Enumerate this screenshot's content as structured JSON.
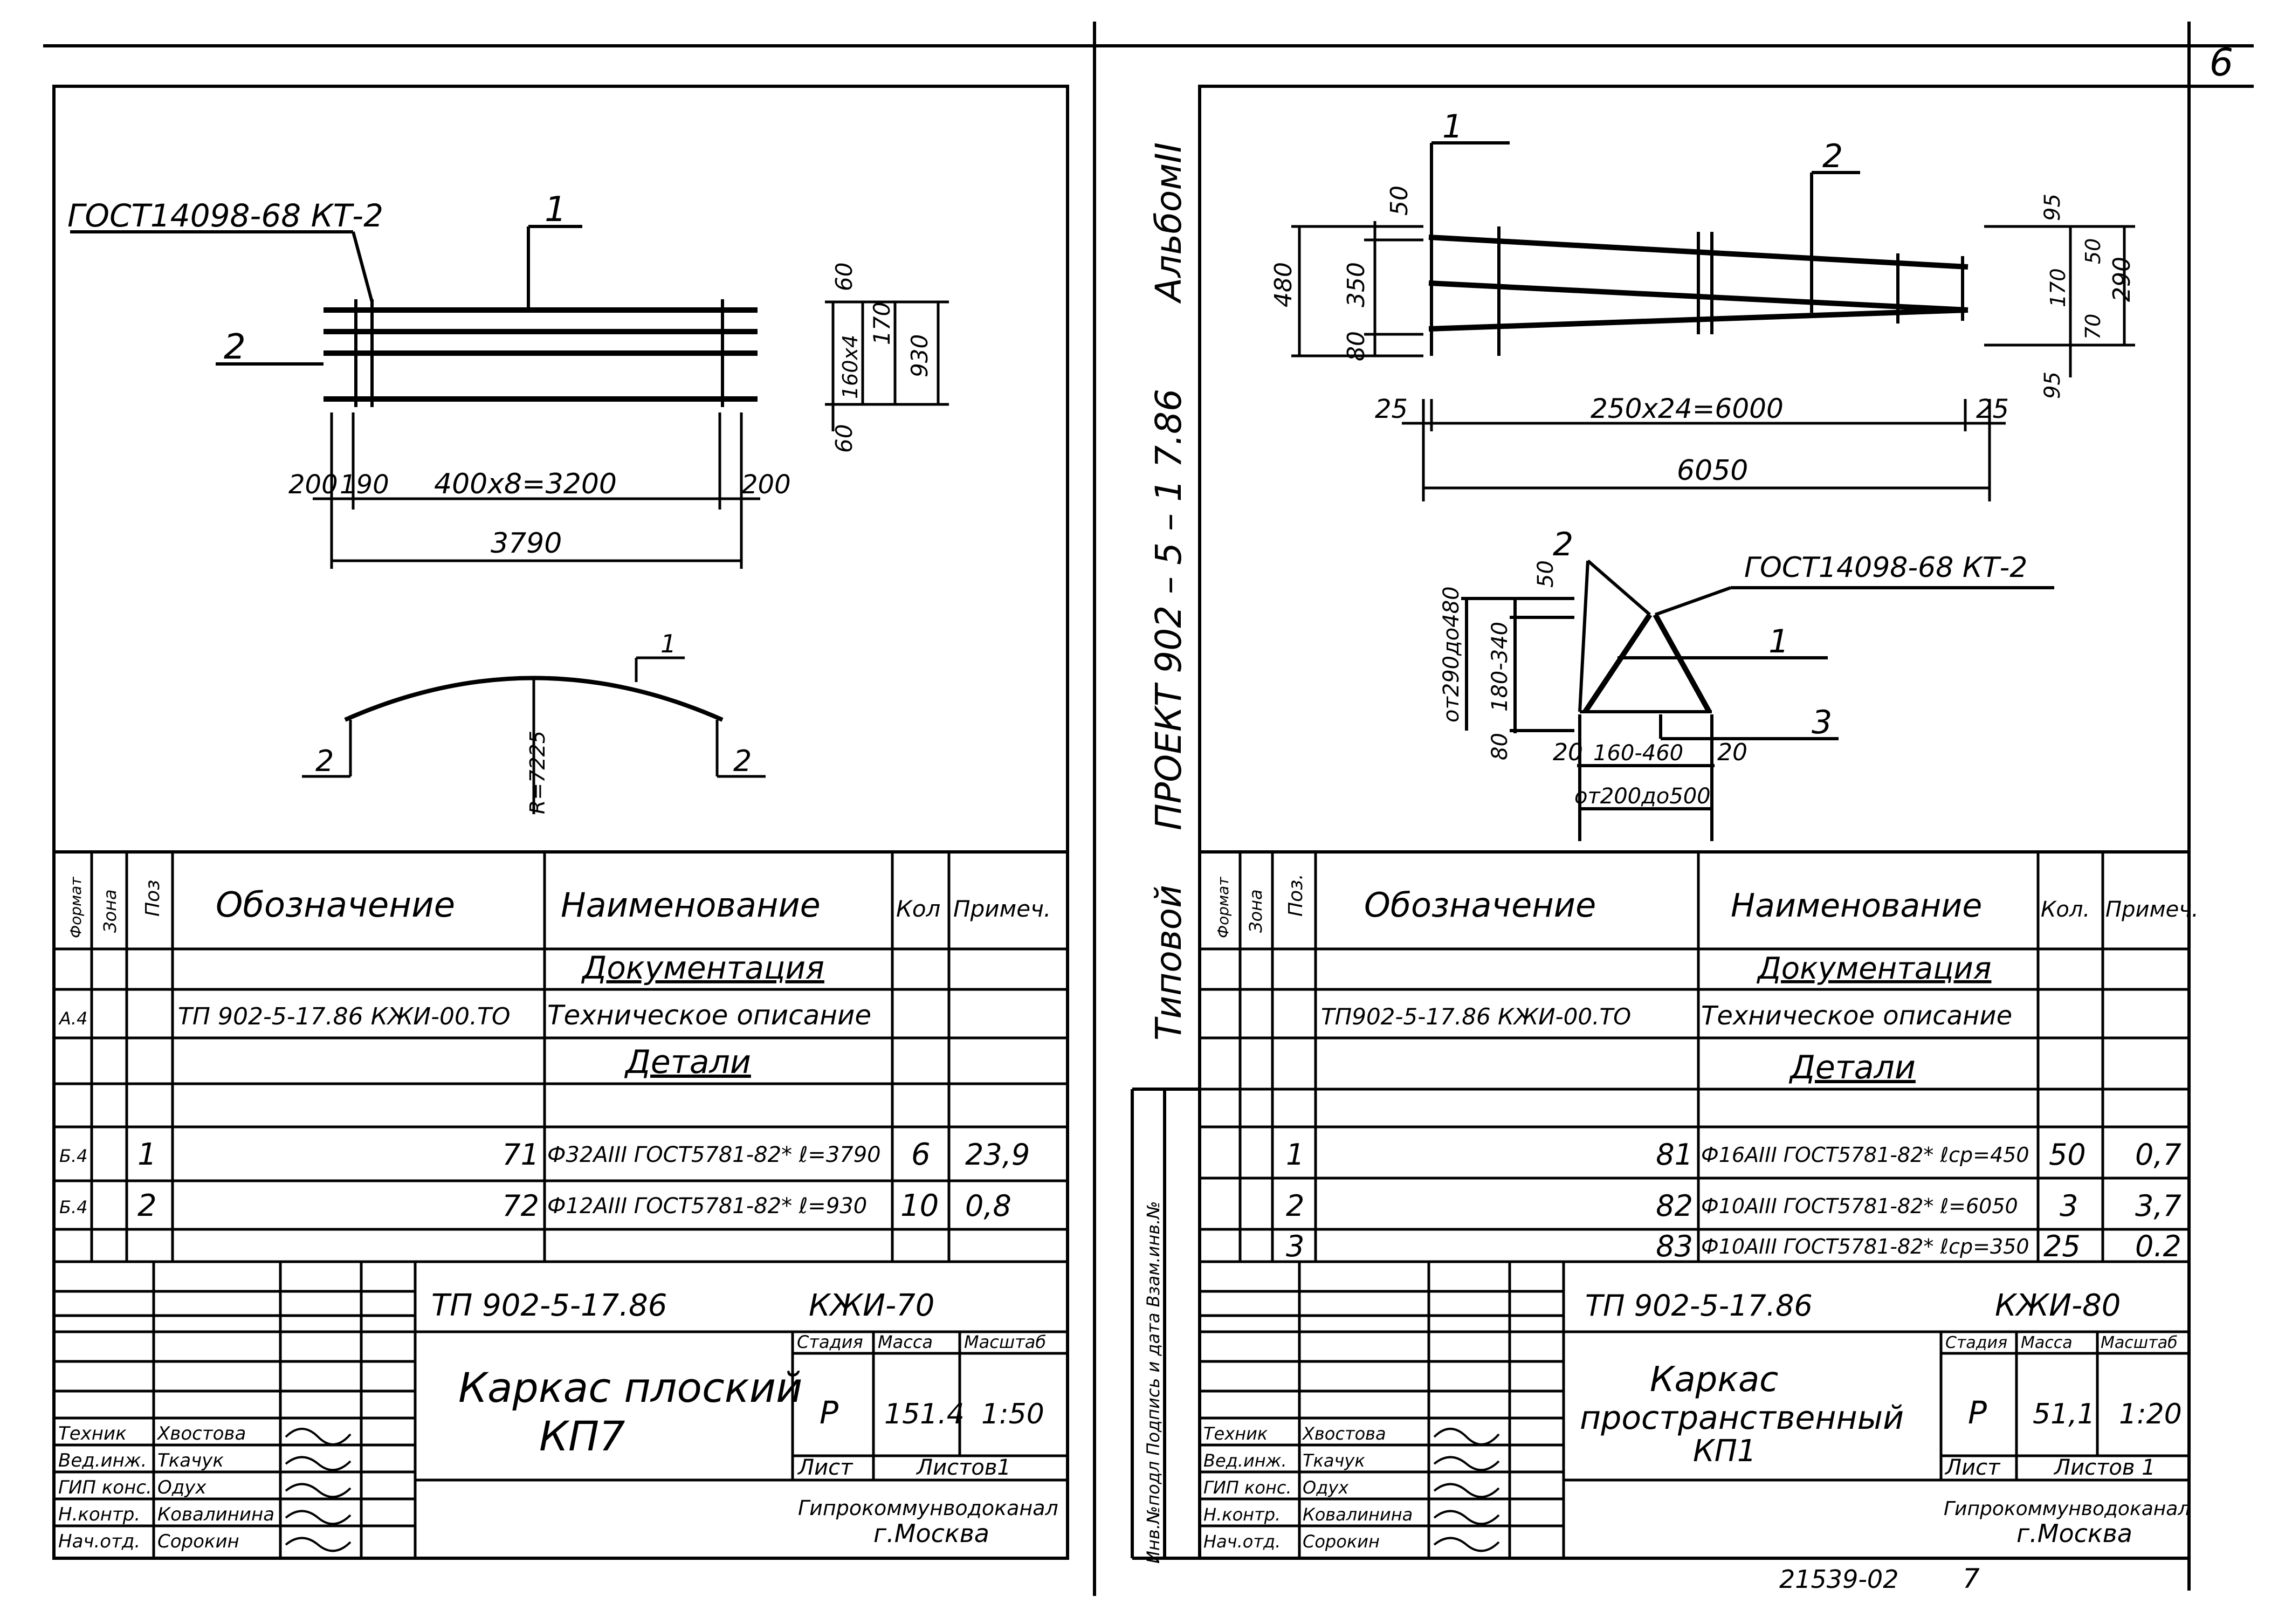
{
  "page_number": "6",
  "side_stamp": {
    "album": "АльбомII",
    "project": "ПРОЕКТ 902 – 5 – 1 7.86",
    "typical": "Типовой",
    "inv_labels": "Инв.№подл Подпись и дата Взам.инв.№"
  },
  "bottom_note": {
    "code": "21539-02",
    "page": "7"
  },
  "left_sheet": {
    "drawing": {
      "gost_label": "ГОСТ14098-68 КТ-2",
      "callout_1": "1",
      "callout_2": "2",
      "dim_200a": "200",
      "dim_190": "190",
      "dim_span": "400х8=3200",
      "dim_200b": "200",
      "dim_total": "3790",
      "dim_60a": "60",
      "dim_170": "170",
      "dim_160x4": "160х4",
      "dim_930": "930",
      "dim_60b": "60",
      "arc_callout_1": "1",
      "arc_callout_2a": "2",
      "arc_callout_2b": "2",
      "radius": "R=7225"
    },
    "spec": {
      "headers": {
        "format": "Формат",
        "zone": "Зона",
        "pos": "Поз",
        "designation": "Обозначение",
        "name": "Наименование",
        "qty": "Кол",
        "note": "Примеч."
      },
      "sections": {
        "docs": "Документация",
        "details": "Детали"
      },
      "doc_row": {
        "format": "А.4",
        "designation": "ТП 902-5-17.86  КЖИ-00.ТО",
        "name": "Техническое описание"
      },
      "rows": [
        {
          "format": "Б.4",
          "pos": "1",
          "designation": "71",
          "name": "Ф32АIII ГОСТ5781-82* ℓ=3790",
          "qty": "6",
          "note": "23,9"
        },
        {
          "format": "Б.4",
          "pos": "2",
          "designation": "72",
          "name": "Ф12АIII ГОСТ5781-82* ℓ=930",
          "qty": "10",
          "note": "0,8"
        }
      ]
    },
    "title_block": {
      "project_code": "ТП  902-5-17.86",
      "doc_code": "КЖИ-70",
      "title_line1": "Каркас плоский",
      "title_line2": "КП7",
      "stage_label": "Стадия",
      "mass_label": "Масса",
      "scale_label": "Масштаб",
      "stage": "Р",
      "mass": "151.4",
      "scale": "1:50",
      "sheet_label": "Лист",
      "sheets_label": "Листов1",
      "org_line1": "Гипрокоммунводоканал",
      "org_line2": "г.Москва",
      "staff": [
        {
          "role": "Техник",
          "name": "Хвостова"
        },
        {
          "role": "Вед.инж.",
          "name": "Ткачук"
        },
        {
          "role": "ГИП конс.",
          "name": "Одух"
        },
        {
          "role": "Н.контр.",
          "name": "Ковалинина"
        },
        {
          "role": "Нач.отд.",
          "name": "Сорокин"
        }
      ]
    }
  },
  "right_sheet": {
    "drawing": {
      "callout_1": "1",
      "callout_2": "2",
      "dim_50": "50",
      "dim_480": "480",
      "dim_350": "350",
      "dim_80": "80",
      "dim_95a": "95",
      "dim_50b": "50",
      "dim_170": "170",
      "dim_70": "70",
      "dim_290": "290",
      "dim_95b": "95",
      "dim_25a": "25",
      "dim_span": "250х24=6000",
      "dim_25b": "25",
      "dim_total": "6050",
      "sec_callout_2": "2",
      "gost_label": "ГОСТ14098-68 КТ-2",
      "sec_callout_1": "1",
      "sec_callout_3": "3",
      "sec_dim_50": "50",
      "sec_dim_var": "от290до480",
      "sec_dim_180": "180-340",
      "sec_dim_80": "80",
      "sec_dim_20a": "20",
      "sec_dim_160": "160-460",
      "sec_dim_20b": "20",
      "sec_dim_base": "от200до500"
    },
    "spec": {
      "headers": {
        "format": "Формат",
        "zone": "Зона",
        "pos": "Поз.",
        "designation": "Обозначение",
        "name": "Наименование",
        "qty": "Кол.",
        "note": "Примеч."
      },
      "sections": {
        "docs": "Документация",
        "details": "Детали"
      },
      "doc_row": {
        "designation": "ТП902-5-17.86  КЖИ-00.ТО",
        "name": "Техническое описание"
      },
      "rows": [
        {
          "pos": "1",
          "designation": "81",
          "name": "Ф16АIII ГОСТ5781-82* ℓср=450",
          "qty": "50",
          "note": "0,7"
        },
        {
          "pos": "2",
          "designation": "82",
          "name": "Ф10АIII ГОСТ5781-82* ℓ=6050",
          "qty": "3",
          "note": "3,7"
        },
        {
          "pos": "3",
          "designation": "83",
          "name": "Ф10АIII ГОСТ5781-82* ℓср=350",
          "qty": "25",
          "note": "0.2"
        }
      ]
    },
    "title_block": {
      "project_code": "ТП  902-5-17.86",
      "doc_code": "КЖИ-80",
      "title_line1": "Каркас",
      "title_line2": "пространственный",
      "title_line3": "КП1",
      "stage_label": "Стадия",
      "mass_label": "Масса",
      "scale_label": "Масштаб",
      "stage": "Р",
      "mass": "51,1",
      "scale": "1:20",
      "sheet_label": "Лист",
      "sheets_label": "Листов 1",
      "org_line1": "Гипрокоммунводоканал",
      "org_line2": "г.Москва",
      "staff": [
        {
          "role": "Техник",
          "name": "Хвостова"
        },
        {
          "role": "Вед.инж.",
          "name": "Ткачук"
        },
        {
          "role": "ГИП конс.",
          "name": "Одух"
        },
        {
          "role": "Н.контр.",
          "name": "Ковалинина"
        },
        {
          "role": "Нач.отд.",
          "name": "Сорокин"
        }
      ]
    }
  }
}
